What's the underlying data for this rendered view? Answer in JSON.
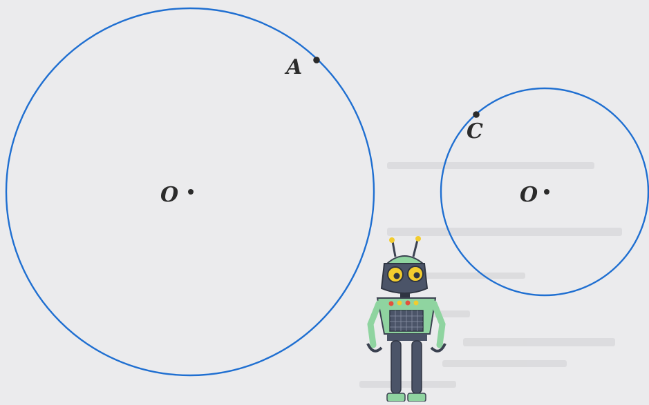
{
  "figure": {
    "background": "#ebebed",
    "circle_color": "#1f6fd1",
    "point_color": "#2b2b2b"
  },
  "left_circle": {
    "center_label": "O",
    "point_label": "A"
  },
  "right_circle": {
    "center_label": "O",
    "point_label": "C"
  },
  "robot": {
    "body_color": "#8fd4a0",
    "head_color": "#4b5468",
    "eye_color": "#f2cc2e",
    "icon": "robot-icon"
  }
}
